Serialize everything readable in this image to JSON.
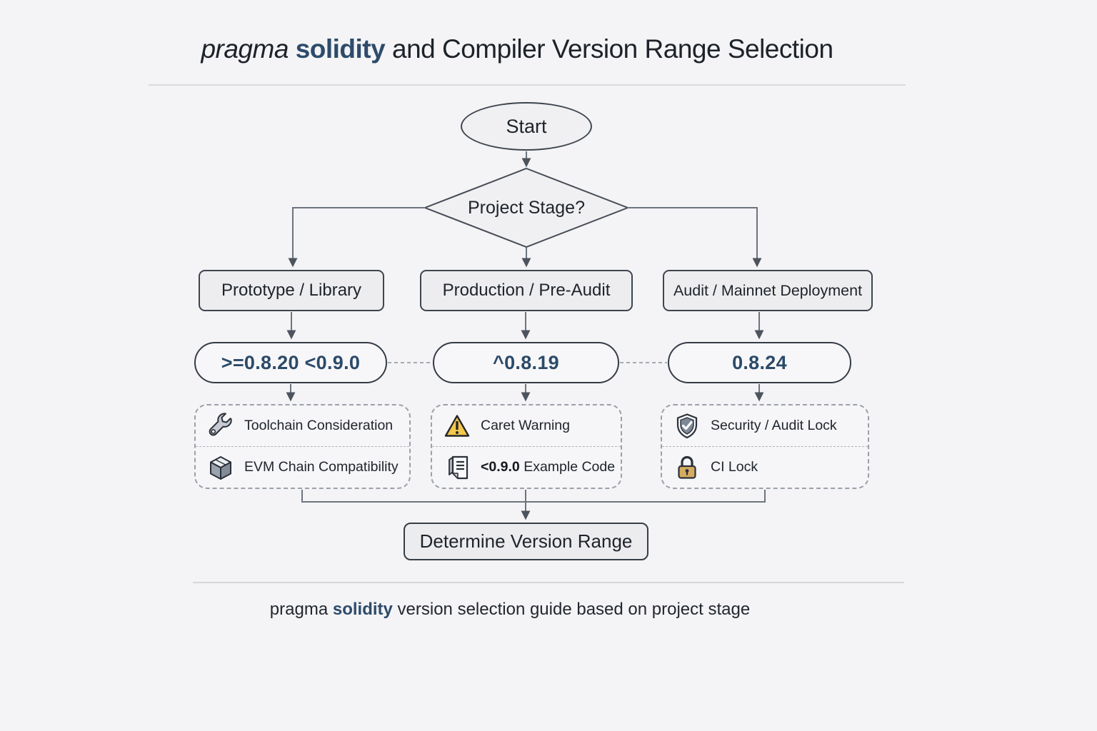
{
  "title": {
    "word_pragma": "pragma",
    "word_solidity": "solidity",
    "rest": "and Compiler Version Range Selection"
  },
  "flow": {
    "start_label": "Start",
    "decision_label": "Project Stage?",
    "branches": [
      {
        "stage": "Prototype / Library",
        "version": ">=0.8.20 <0.9.0",
        "notes": [
          {
            "icon": "wrench-icon",
            "prefix": "",
            "label": "Toolchain Consideration"
          },
          {
            "icon": "cube-icon",
            "prefix": "",
            "label": "EVM Chain Compatibility"
          }
        ]
      },
      {
        "stage": "Production / Pre-Audit",
        "version": "^0.8.19",
        "notes": [
          {
            "icon": "warning-icon",
            "prefix": "",
            "label": "Caret Warning"
          },
          {
            "icon": "document-icon",
            "prefix": "<0.9.0",
            "label": "Example Code"
          }
        ]
      },
      {
        "stage": "Audit / Mainnet Deployment",
        "version": "0.8.24",
        "notes": [
          {
            "icon": "shield-check-icon",
            "prefix": "",
            "label": "Security / Audit Lock"
          },
          {
            "icon": "lock-icon",
            "prefix": "",
            "label": "CI Lock"
          }
        ]
      }
    ],
    "result_label": "Determine Version Range"
  },
  "caption": {
    "word_pragma": "pragma",
    "word_solidity": "solidity",
    "rest": "version selection guide based on project stage"
  },
  "colors": {
    "background": "#f4f3f5",
    "node_fill": "#ededef",
    "node_border": "#3e454f",
    "accent_blue": "#2d4b6b",
    "version_text": "#2c4a68",
    "connector": "#6d747f",
    "arrowhead": "#4d545e",
    "dashed_border": "#9aa1ab",
    "warning_yellow": "#f3c84d",
    "lock_gold": "#d6ac60",
    "shield_gray": "#7e8897"
  }
}
